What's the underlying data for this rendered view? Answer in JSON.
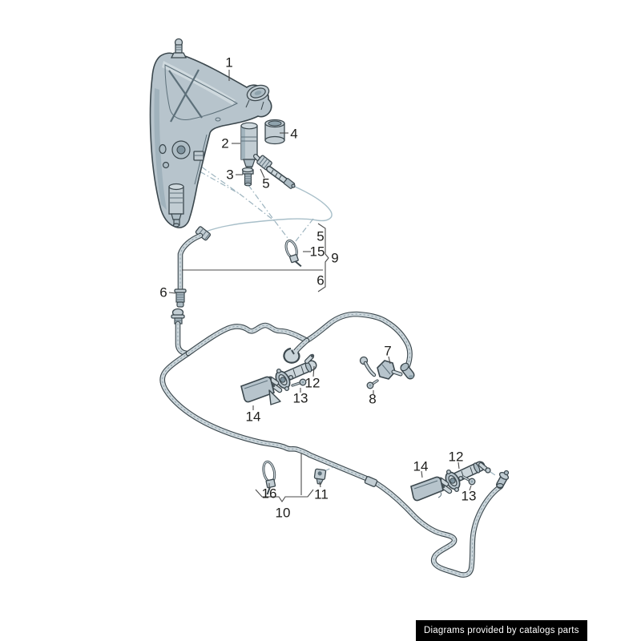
{
  "badge": {
    "text": "Diagrams provided by catalogs parts"
  },
  "colors": {
    "background": "#ffffff",
    "outline": "#3b474d",
    "part_fill": "#c2cdd3",
    "part_shade": "#9cafb9",
    "part_light": "#cfd9de",
    "phantom_line": "#a8bfc9",
    "leader_line": "#4b4b4b",
    "label_text": "#1d1d1b",
    "badge_bg": "#000000",
    "badge_fg": "#ffffff"
  },
  "callouts": [
    {
      "label": "1",
      "target": "washer-fluid-reservoir"
    },
    {
      "label": "2",
      "target": "washer-pump"
    },
    {
      "label": "3",
      "target": "pump-grommet"
    },
    {
      "label": "4",
      "target": "adapter-sleeve"
    },
    {
      "label": "5",
      "target": "connecting-piece"
    },
    {
      "label": "5",
      "target": "hose-upper-section"
    },
    {
      "label": "15",
      "target": "cable-tie-upper"
    },
    {
      "label": "9",
      "target": "hose-set-group"
    },
    {
      "label": "6",
      "target": "hose-lower-section"
    },
    {
      "label": "6",
      "target": "elbow-hose"
    },
    {
      "label": "7",
      "target": "connecting-bracket"
    },
    {
      "label": "8",
      "target": "screw-bracket"
    },
    {
      "label": "12",
      "target": "spray-jet-left"
    },
    {
      "label": "13",
      "target": "screw-left"
    },
    {
      "label": "14",
      "target": "cover-cap-left"
    },
    {
      "label": "16",
      "target": "cable-tie-bottom"
    },
    {
      "label": "11",
      "target": "retaining-clip"
    },
    {
      "label": "10",
      "target": "hose-fasteners-group"
    },
    {
      "label": "12",
      "target": "spray-jet-right"
    },
    {
      "label": "14",
      "target": "cover-cap-right"
    },
    {
      "label": "13",
      "target": "screw-right"
    }
  ]
}
